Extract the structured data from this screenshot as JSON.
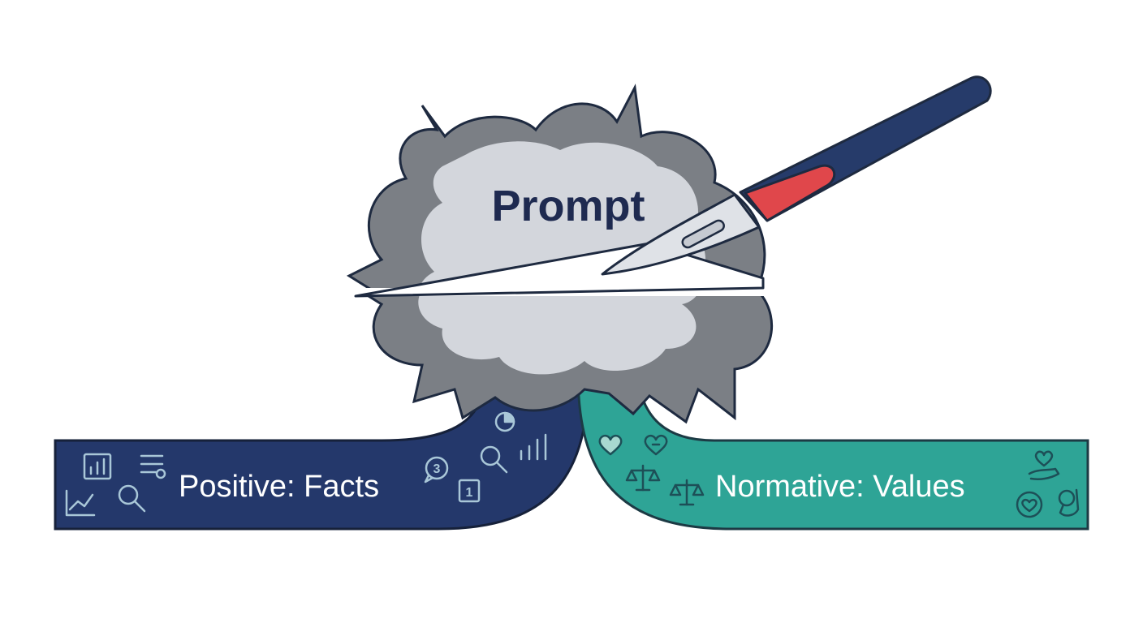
{
  "diagram": {
    "center_label": "Prompt",
    "left_branch": {
      "label": "Positive: Facts",
      "color": "#24386b"
    },
    "right_branch": {
      "label": "Normative: Values",
      "color": "#2ea496"
    },
    "cloud": {
      "outer_color": "#7b7f85",
      "inner_color": "#d3d6dc",
      "outline_color": "#1e2a40"
    },
    "scalpel": {
      "handle_color": "#263b6a",
      "grip_color": "#e0474b",
      "blade_color": "#dfe2e7"
    },
    "left_icons": [
      "bar-chart-icon",
      "document-icon",
      "line-chart-icon",
      "magnifier-icon",
      "pie-chart-icon",
      "magnifier-icon",
      "column-chart-icon",
      "number-badge-icon",
      "number-book-icon"
    ],
    "right_icons": [
      "heart-icon",
      "heart-outline-icon",
      "scales-icon",
      "scales-icon",
      "heart-hand-icon",
      "heart-circle-icon",
      "ok-hand-icon"
    ],
    "left_badges": {
      "bubble": "3",
      "book": "1"
    }
  }
}
